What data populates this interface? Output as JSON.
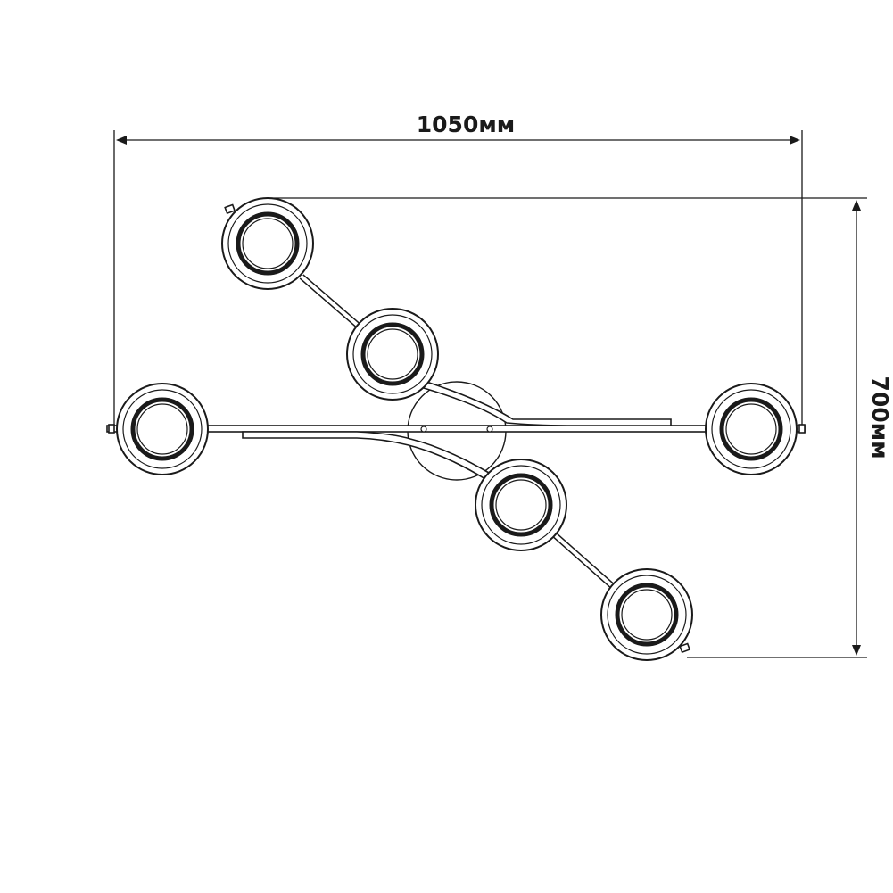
{
  "dimensions": {
    "width_label": "1050мм",
    "height_label": "700мм"
  },
  "colors": {
    "line": "#1a1a1a",
    "background": "#ffffff"
  },
  "lamps": [
    {
      "name": "lamp-top-left"
    },
    {
      "name": "lamp-upper-middle"
    },
    {
      "name": "lamp-left"
    },
    {
      "name": "lamp-right"
    },
    {
      "name": "lamp-lower-middle"
    },
    {
      "name": "lamp-bottom-right"
    }
  ]
}
